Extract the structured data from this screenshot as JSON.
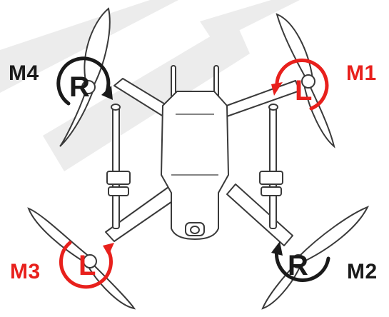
{
  "colors": {
    "cw": "#e8201c",
    "ccw": "#1a1a1a",
    "outline": "#3a3a3a",
    "body_fill": "#ffffff",
    "watermark": "#e9e9e9"
  },
  "motors": [
    {
      "id": "M1",
      "label": "M1",
      "letter": "L",
      "color": "#e8201c"
    },
    {
      "id": "M2",
      "label": "M2",
      "letter": "R",
      "color": "#1a1a1a"
    },
    {
      "id": "M3",
      "label": "M3",
      "letter": "L",
      "color": "#e8201c"
    },
    {
      "id": "M4",
      "label": "M4",
      "letter": "R",
      "color": "#1a1a1a"
    }
  ]
}
